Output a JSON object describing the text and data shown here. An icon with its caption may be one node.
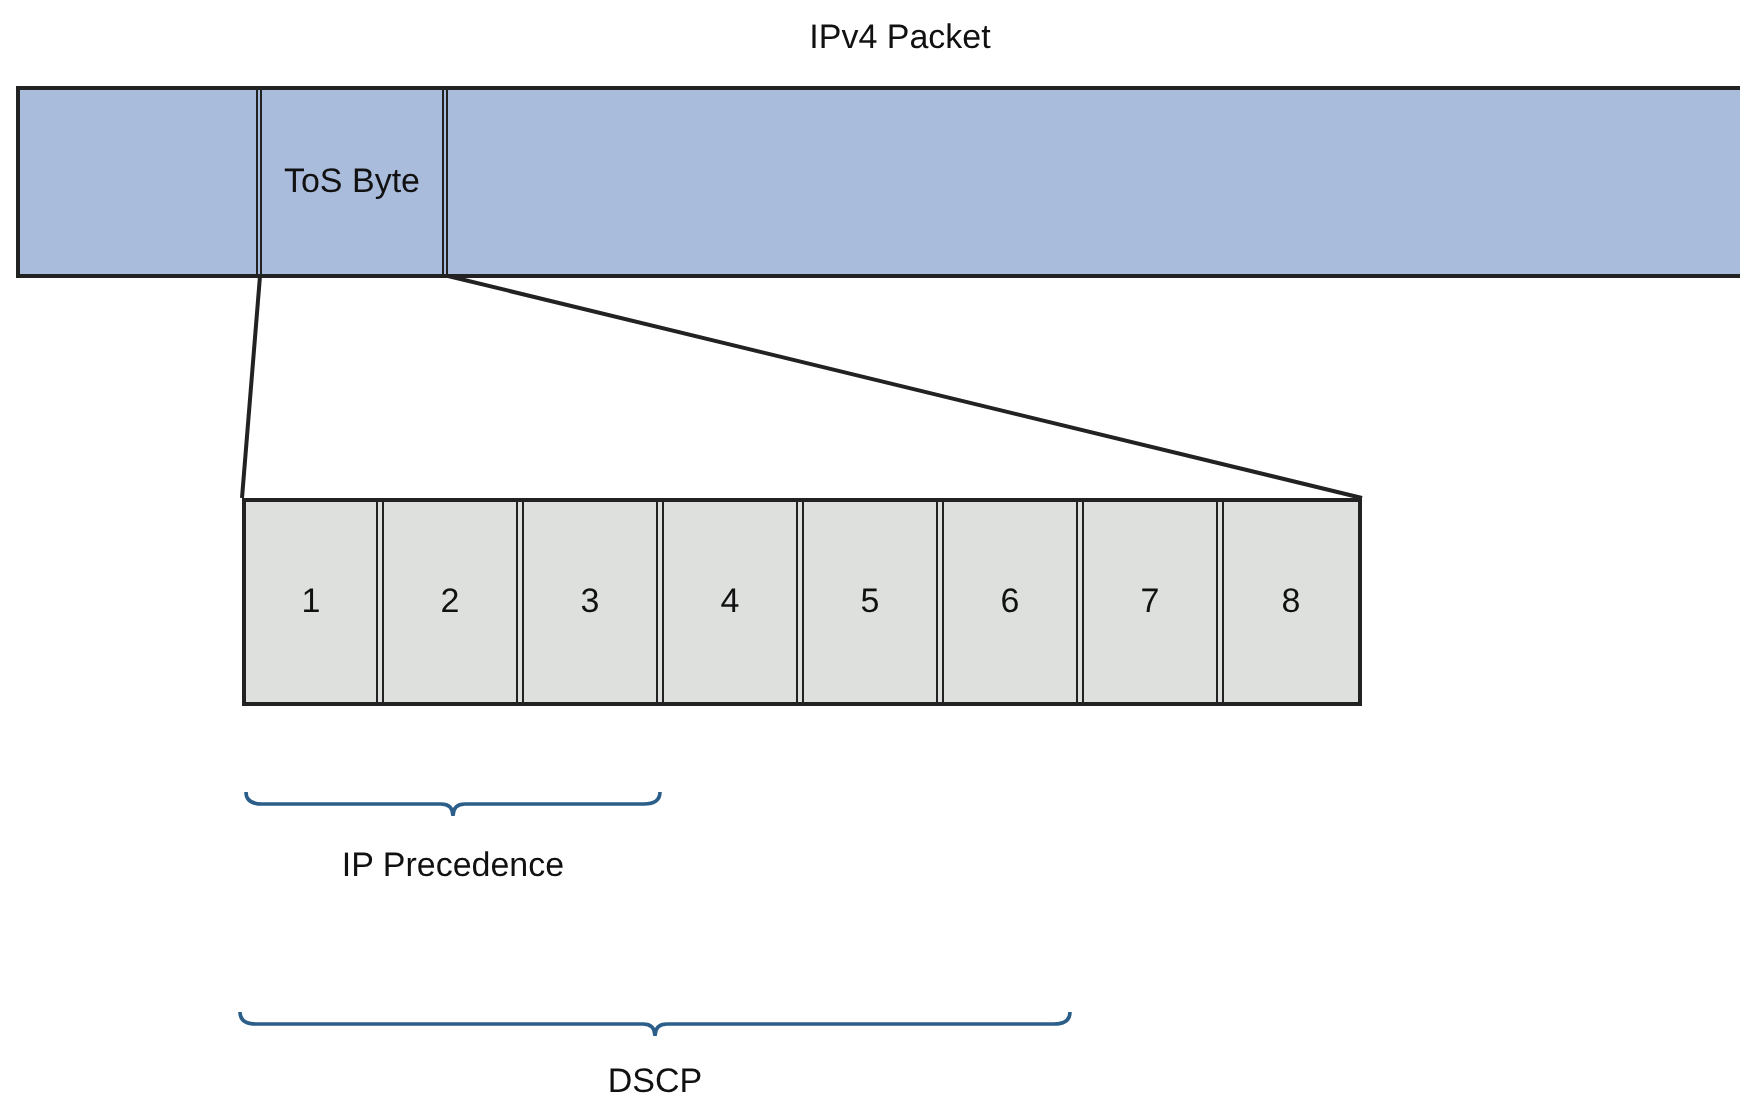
{
  "diagram": {
    "nodes": [
      {
        "text": [
          "IPv4 Packet"
        ]
      },
      {
        "text": [],
        "shape": "box",
        "in": 0
      },
      {
        "text": [
          "ToS Byte"
        ],
        "in": 0
      },
      {
        "text": [],
        "shape": "box",
        "in": 0
      },
      {
        "text": [],
        "shape": "box"
      },
      {
        "text": [
          "1"
        ],
        "in": 4
      },
      {
        "text": [
          "2"
        ],
        "in": 4
      },
      {
        "text": [
          "3"
        ],
        "in": 4
      },
      {
        "text": [
          "4"
        ],
        "in": 4
      },
      {
        "text": [
          "5"
        ],
        "in": 4
      },
      {
        "text": [
          "6"
        ],
        "in": 4
      },
      {
        "text": [
          "7"
        ],
        "in": 4
      },
      {
        "text": [
          "8"
        ],
        "in": 4
      }
    ],
    "edges": [
      {
        "from": 2,
        "to": 4,
        "arrow": "none"
      },
      {
        "from": 2,
        "to": 4,
        "arrow": "none"
      }
    ],
    "labels": [
      "IP Precedence",
      "DSCP"
    ]
  }
}
